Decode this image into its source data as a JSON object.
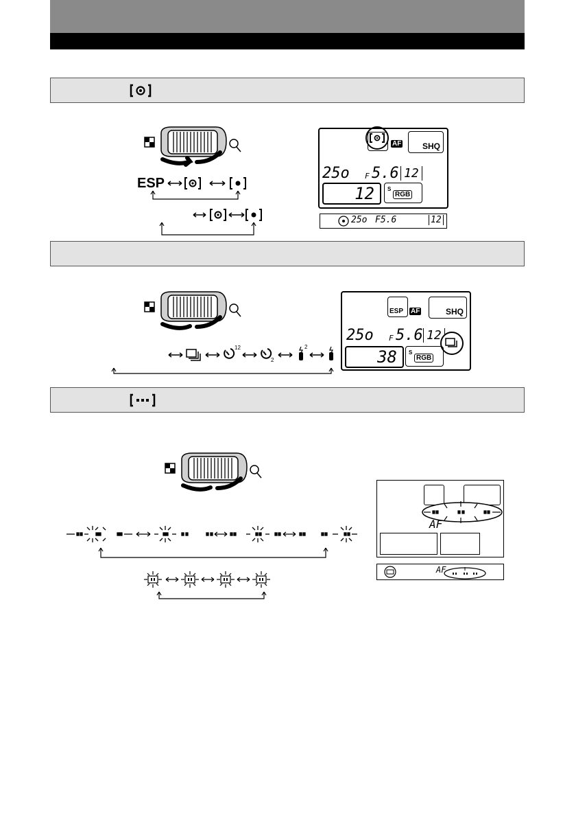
{
  "sections": [
    {
      "title": ""
    },
    {
      "title": ""
    },
    {
      "title": ""
    }
  ],
  "metering": {
    "dial_modes": [
      "ESP"
    ],
    "lcd": {
      "shutter": "25o",
      "fnum_prefix": "F",
      "aperture": "5.6",
      "frames_bracket": "12",
      "big_number": "12",
      "quality": "SHQ",
      "af": "AF",
      "rgb": "RGB",
      "rgb_prefix": "S"
    },
    "viewfinder": {
      "shutter": "25o",
      "aperture": "F5.6",
      "frames": "12"
    }
  },
  "drive": {
    "lcd": {
      "metering": "ESP",
      "af": "AF",
      "quality": "SHQ",
      "shutter": "25o",
      "fnum_prefix": "F",
      "aperture": "5.6",
      "frames_bracket": "12",
      "big_number": "38",
      "rgb": "RGB",
      "rgb_prefix": "S"
    },
    "self_timer_superscript": "12",
    "self_timer_subscript": "2",
    "remote_superscript": "2"
  },
  "af_area": {
    "lcd_text": "AF",
    "viewfinder_text": "AF"
  },
  "icons": [
    "spot-metering-icon",
    "center-weighted-icon",
    "af-area-icon",
    "magnify-icon",
    "checker-icon",
    "sequential-icon",
    "self-timer-icon",
    "remote-icon"
  ]
}
